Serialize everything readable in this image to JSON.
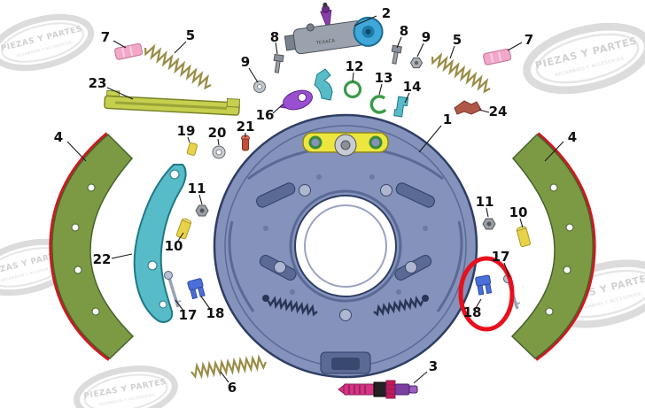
{
  "watermark": {
    "line1": "PIEZAS Y PARTES",
    "line2": "RECAMBIOS Y ACCESORIOS"
  },
  "wheel_cylinder_text": "TEXACA",
  "highlighted_part": "18",
  "colors": {
    "backing_plate": "#8492bc",
    "plate_outline": "#2f3e63",
    "plate_detail": "#5b6a94",
    "shoe_green": "#7c9a44",
    "shoe_outline": "#44632a",
    "lining_red": "#d01820",
    "lever_teal": "#58bcc8",
    "strut_yellow_green": "#c6d04e",
    "spring_olive": "#9a8c45",
    "spring_dark": "#2a3556",
    "cylinder_gray": "#9aa3ad",
    "piston_blue": "#3fa8d8",
    "bleeder_purple": "#8a3fa8",
    "cam_purple": "#9a4fd0",
    "pin_pink": "#f2a8c8",
    "pin_yellow": "#e8d24a",
    "fork_blue": "#4a6fd8",
    "adjuster_magenta": "#d63384",
    "adjuster_purple": "#7a3fa0",
    "clip_green": "#3a9a4a",
    "part24_brown": "#b05848",
    "pin_red": "#c05038",
    "highlight_red": "#e8101c"
  },
  "callouts": [
    {
      "id": "7-left",
      "num": "7"
    },
    {
      "id": "5-left",
      "num": "5"
    },
    {
      "id": "23",
      "num": "23"
    },
    {
      "id": "8-left",
      "num": "8"
    },
    {
      "id": "9-left",
      "num": "9"
    },
    {
      "id": "2",
      "num": "2"
    },
    {
      "id": "12",
      "num": "12"
    },
    {
      "id": "16",
      "num": "16"
    },
    {
      "id": "13",
      "num": "13"
    },
    {
      "id": "14",
      "num": "14"
    },
    {
      "id": "8-right",
      "num": "8"
    },
    {
      "id": "9-right",
      "num": "9"
    },
    {
      "id": "5-right",
      "num": "5"
    },
    {
      "id": "7-right",
      "num": "7"
    },
    {
      "id": "24",
      "num": "24"
    },
    {
      "id": "1",
      "num": "1"
    },
    {
      "id": "4-left",
      "num": "4"
    },
    {
      "id": "4-right",
      "num": "4"
    },
    {
      "id": "19",
      "num": "19"
    },
    {
      "id": "20",
      "num": "20"
    },
    {
      "id": "21",
      "num": "21"
    },
    {
      "id": "11-left",
      "num": "11"
    },
    {
      "id": "10-left",
      "num": "10"
    },
    {
      "id": "22",
      "num": "22"
    },
    {
      "id": "17-left",
      "num": "17"
    },
    {
      "id": "18-left",
      "num": "18"
    },
    {
      "id": "6",
      "num": "6"
    },
    {
      "id": "11-right",
      "num": "11"
    },
    {
      "id": "10-right",
      "num": "10"
    },
    {
      "id": "17-right",
      "num": "17"
    },
    {
      "id": "18-right",
      "num": "18"
    },
    {
      "id": "3",
      "num": "3"
    }
  ]
}
